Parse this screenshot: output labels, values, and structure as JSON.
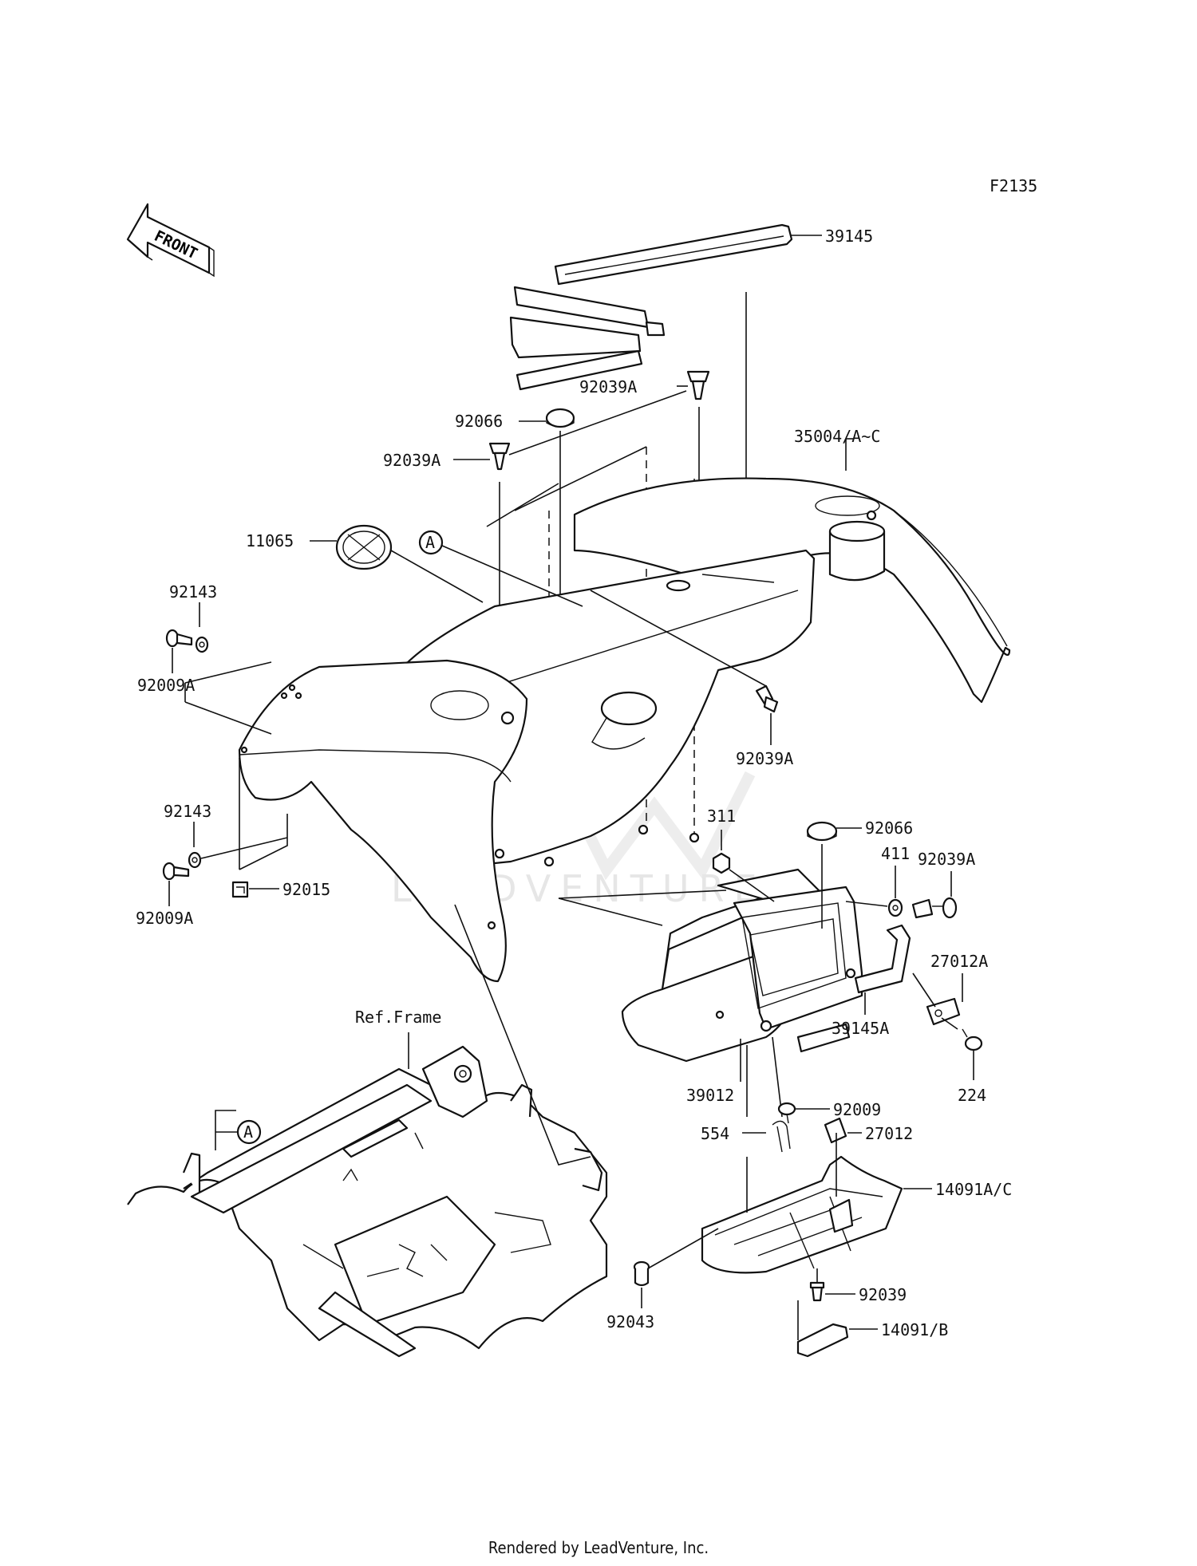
{
  "figure_code": "F2135",
  "front_label": "FRONT",
  "watermark": "LEADVENTURE",
  "footer": "Rendered by LeadVenture, Inc.",
  "callout_letter": "A",
  "ref_frame_label": "Ref.Frame",
  "parts": {
    "p39145": "39145",
    "p92039a_1": "92039A",
    "p92066_1": "92066",
    "p35004": "35004/A~C",
    "p92039a_2": "92039A",
    "p11065": "11065",
    "p92143_1": "92143",
    "p92009a_1": "92009A",
    "p92039a_3": "92039A",
    "p92143_2": "92143",
    "p92009a_2": "92009A",
    "p92015": "92015",
    "p311": "311",
    "p92066_2": "92066",
    "p411": "411",
    "p92039a_4": "92039A",
    "p27012a": "27012A",
    "p39145a": "39145A",
    "p224": "224",
    "p39012": "39012",
    "p92009": "92009",
    "p554": "554",
    "p27012": "27012",
    "p14091ac": "14091A/C",
    "p92039": "92039",
    "p92043": "92043",
    "p14091b": "14091/B"
  }
}
